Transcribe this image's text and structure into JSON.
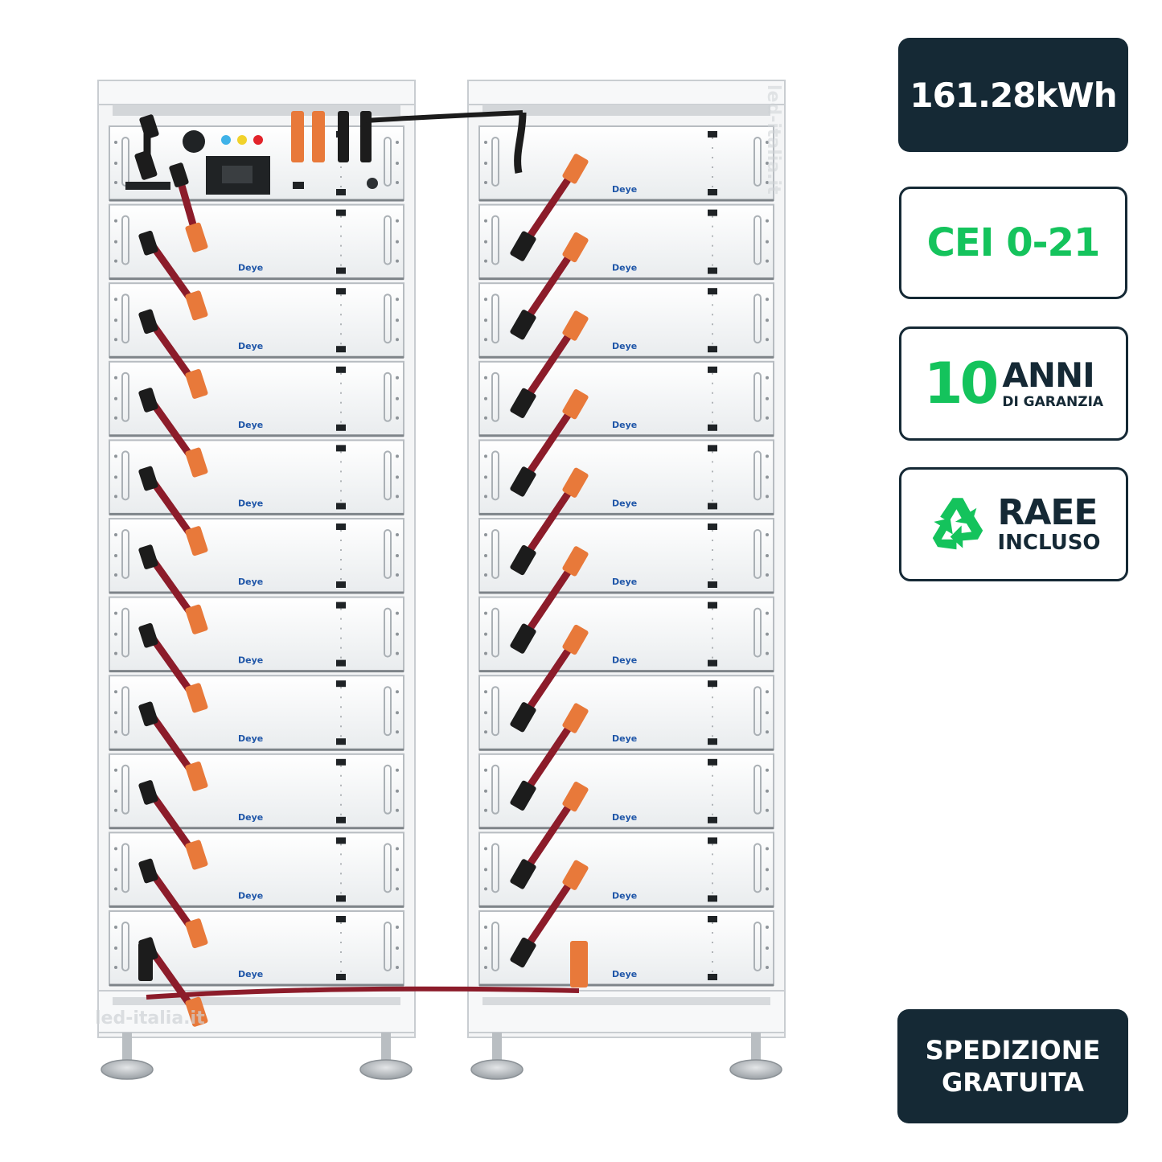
{
  "product": {
    "brand_label": "Deye",
    "watermark": "led-italia.it"
  },
  "badges": {
    "capacity": "161.28kWh",
    "certification": "CEI 0-21",
    "warranty": {
      "number": "10",
      "word": "ANNI",
      "sub": "DI GARANZIA"
    },
    "recycling": {
      "word": "RAEE",
      "sub": "INCLUSO",
      "icon": "recycle-icon"
    },
    "shipping": {
      "line1": "SPEDIZIONE",
      "line2": "GRATUITA"
    }
  },
  "colors": {
    "badge_dark": "#152935",
    "accent_green": "#14c35c",
    "connector_orange": "#e8793a",
    "cable_red": "#8c1c2a",
    "cable_black": "#1c1c1c"
  }
}
